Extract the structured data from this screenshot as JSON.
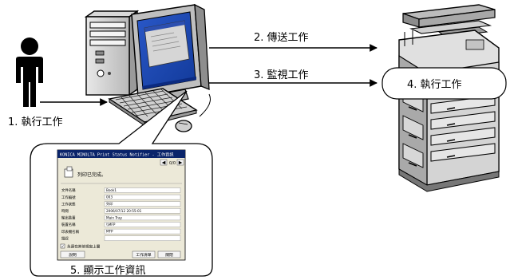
{
  "steps": {
    "execute_job": "1. 執行工作",
    "send_job": "2. 傳送工作",
    "monitor_job": "3. 監視工作",
    "printer_execute": "4. 執行工作",
    "display_info": "5. 顯示工作資訊"
  },
  "dialog": {
    "title": "KONICA MINOLTA Print Status Notifier - 工作資訊",
    "page_indicator": "0/0",
    "message": "列印已完成。",
    "fields": [
      {
        "label": "文件名稱",
        "value": "Book1"
      },
      {
        "label": "工作編號",
        "value": "003"
      },
      {
        "label": "工作狀態",
        "value": "列印"
      },
      {
        "label": "時間",
        "value": "2006/07/12 20:55:01"
      },
      {
        "label": "輸出裝置",
        "value": "Main Tray"
      },
      {
        "label": "裝置名稱",
        "value": "\\\\MFP"
      },
      {
        "label": "印表機名稱",
        "value": "MFP"
      },
      {
        "label": "錯誤",
        "value": ""
      }
    ],
    "checkbox_label": "永遠在其他視窗上層",
    "buttons": {
      "help": "說明",
      "queue": "工作清單",
      "close": "關閉"
    }
  }
}
